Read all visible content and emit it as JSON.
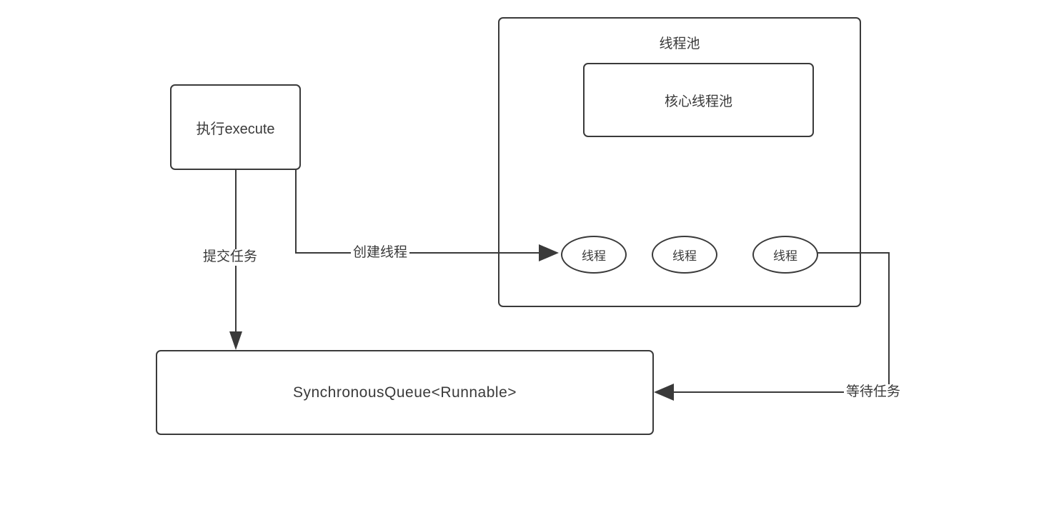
{
  "diagram": {
    "execute_box": {
      "label": "执行execute"
    },
    "pool_box": {
      "title": "线程池"
    },
    "core_box": {
      "label": "核心线程池"
    },
    "threads": [
      {
        "label": "线程"
      },
      {
        "label": "线程"
      },
      {
        "label": "线程"
      }
    ],
    "queue_box": {
      "label": "SynchronousQueue<Runnable>"
    },
    "edges": {
      "submit_label": "提交任务",
      "create_label": "创建线程",
      "wait_label": "等待任务"
    },
    "colors": {
      "stroke": "#3a3a3a",
      "text": "#3a3a3a",
      "background": "#ffffff"
    }
  }
}
